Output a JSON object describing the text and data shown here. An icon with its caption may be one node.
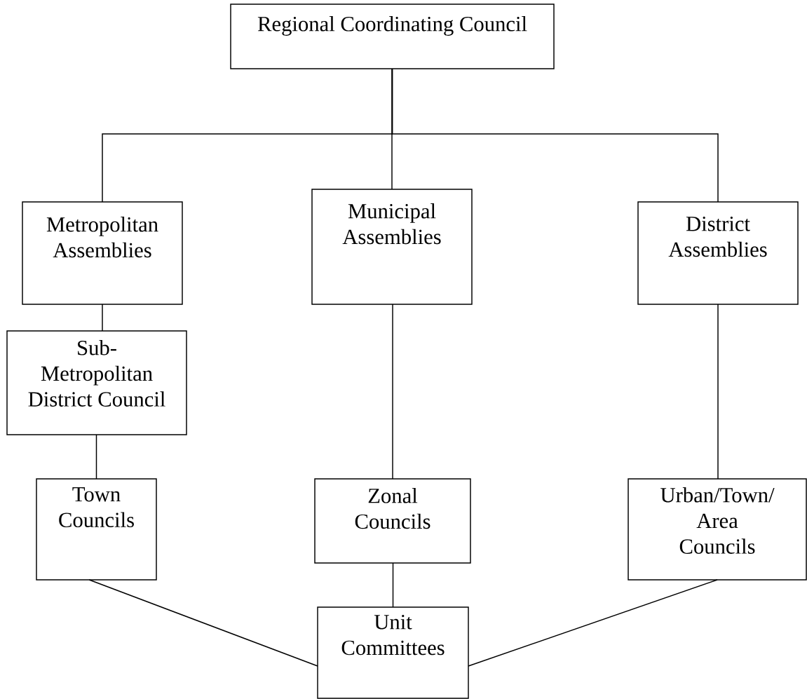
{
  "diagram": {
    "nodes": [
      {
        "text": [
          "Regional Coordinating Council"
        ]
      },
      {
        "text": [
          "Metropolitan Assemblies"
        ]
      },
      {
        "text": [
          "Municipal Assemblies"
        ]
      },
      {
        "text": [
          "District Assemblies"
        ]
      },
      {
        "text": [
          "Sub-Metropolitan District Council"
        ]
      },
      {
        "text": [
          "Town Councils"
        ]
      },
      {
        "text": [
          "Zonal Councils"
        ]
      },
      {
        "text": [
          "Urban/Town/ Area Councils"
        ]
      },
      {
        "text": [
          "Unit Committees"
        ]
      }
    ],
    "edges": [
      {
        "from": 0,
        "to": 1,
        "arrow": "none"
      },
      {
        "from": 0,
        "to": 2,
        "arrow": "none"
      },
      {
        "from": 0,
        "to": 3,
        "arrow": "none"
      },
      {
        "from": 1,
        "to": 4,
        "arrow": "none"
      },
      {
        "from": 4,
        "to": 5,
        "arrow": "none"
      },
      {
        "from": 2,
        "to": 6,
        "arrow": "none"
      },
      {
        "from": 3,
        "to": 7,
        "arrow": "none"
      },
      {
        "from": 5,
        "to": 8,
        "arrow": "none"
      },
      {
        "from": 6,
        "to": 8,
        "arrow": "none"
      },
      {
        "from": 7,
        "to": 8,
        "arrow": "none"
      }
    ]
  }
}
